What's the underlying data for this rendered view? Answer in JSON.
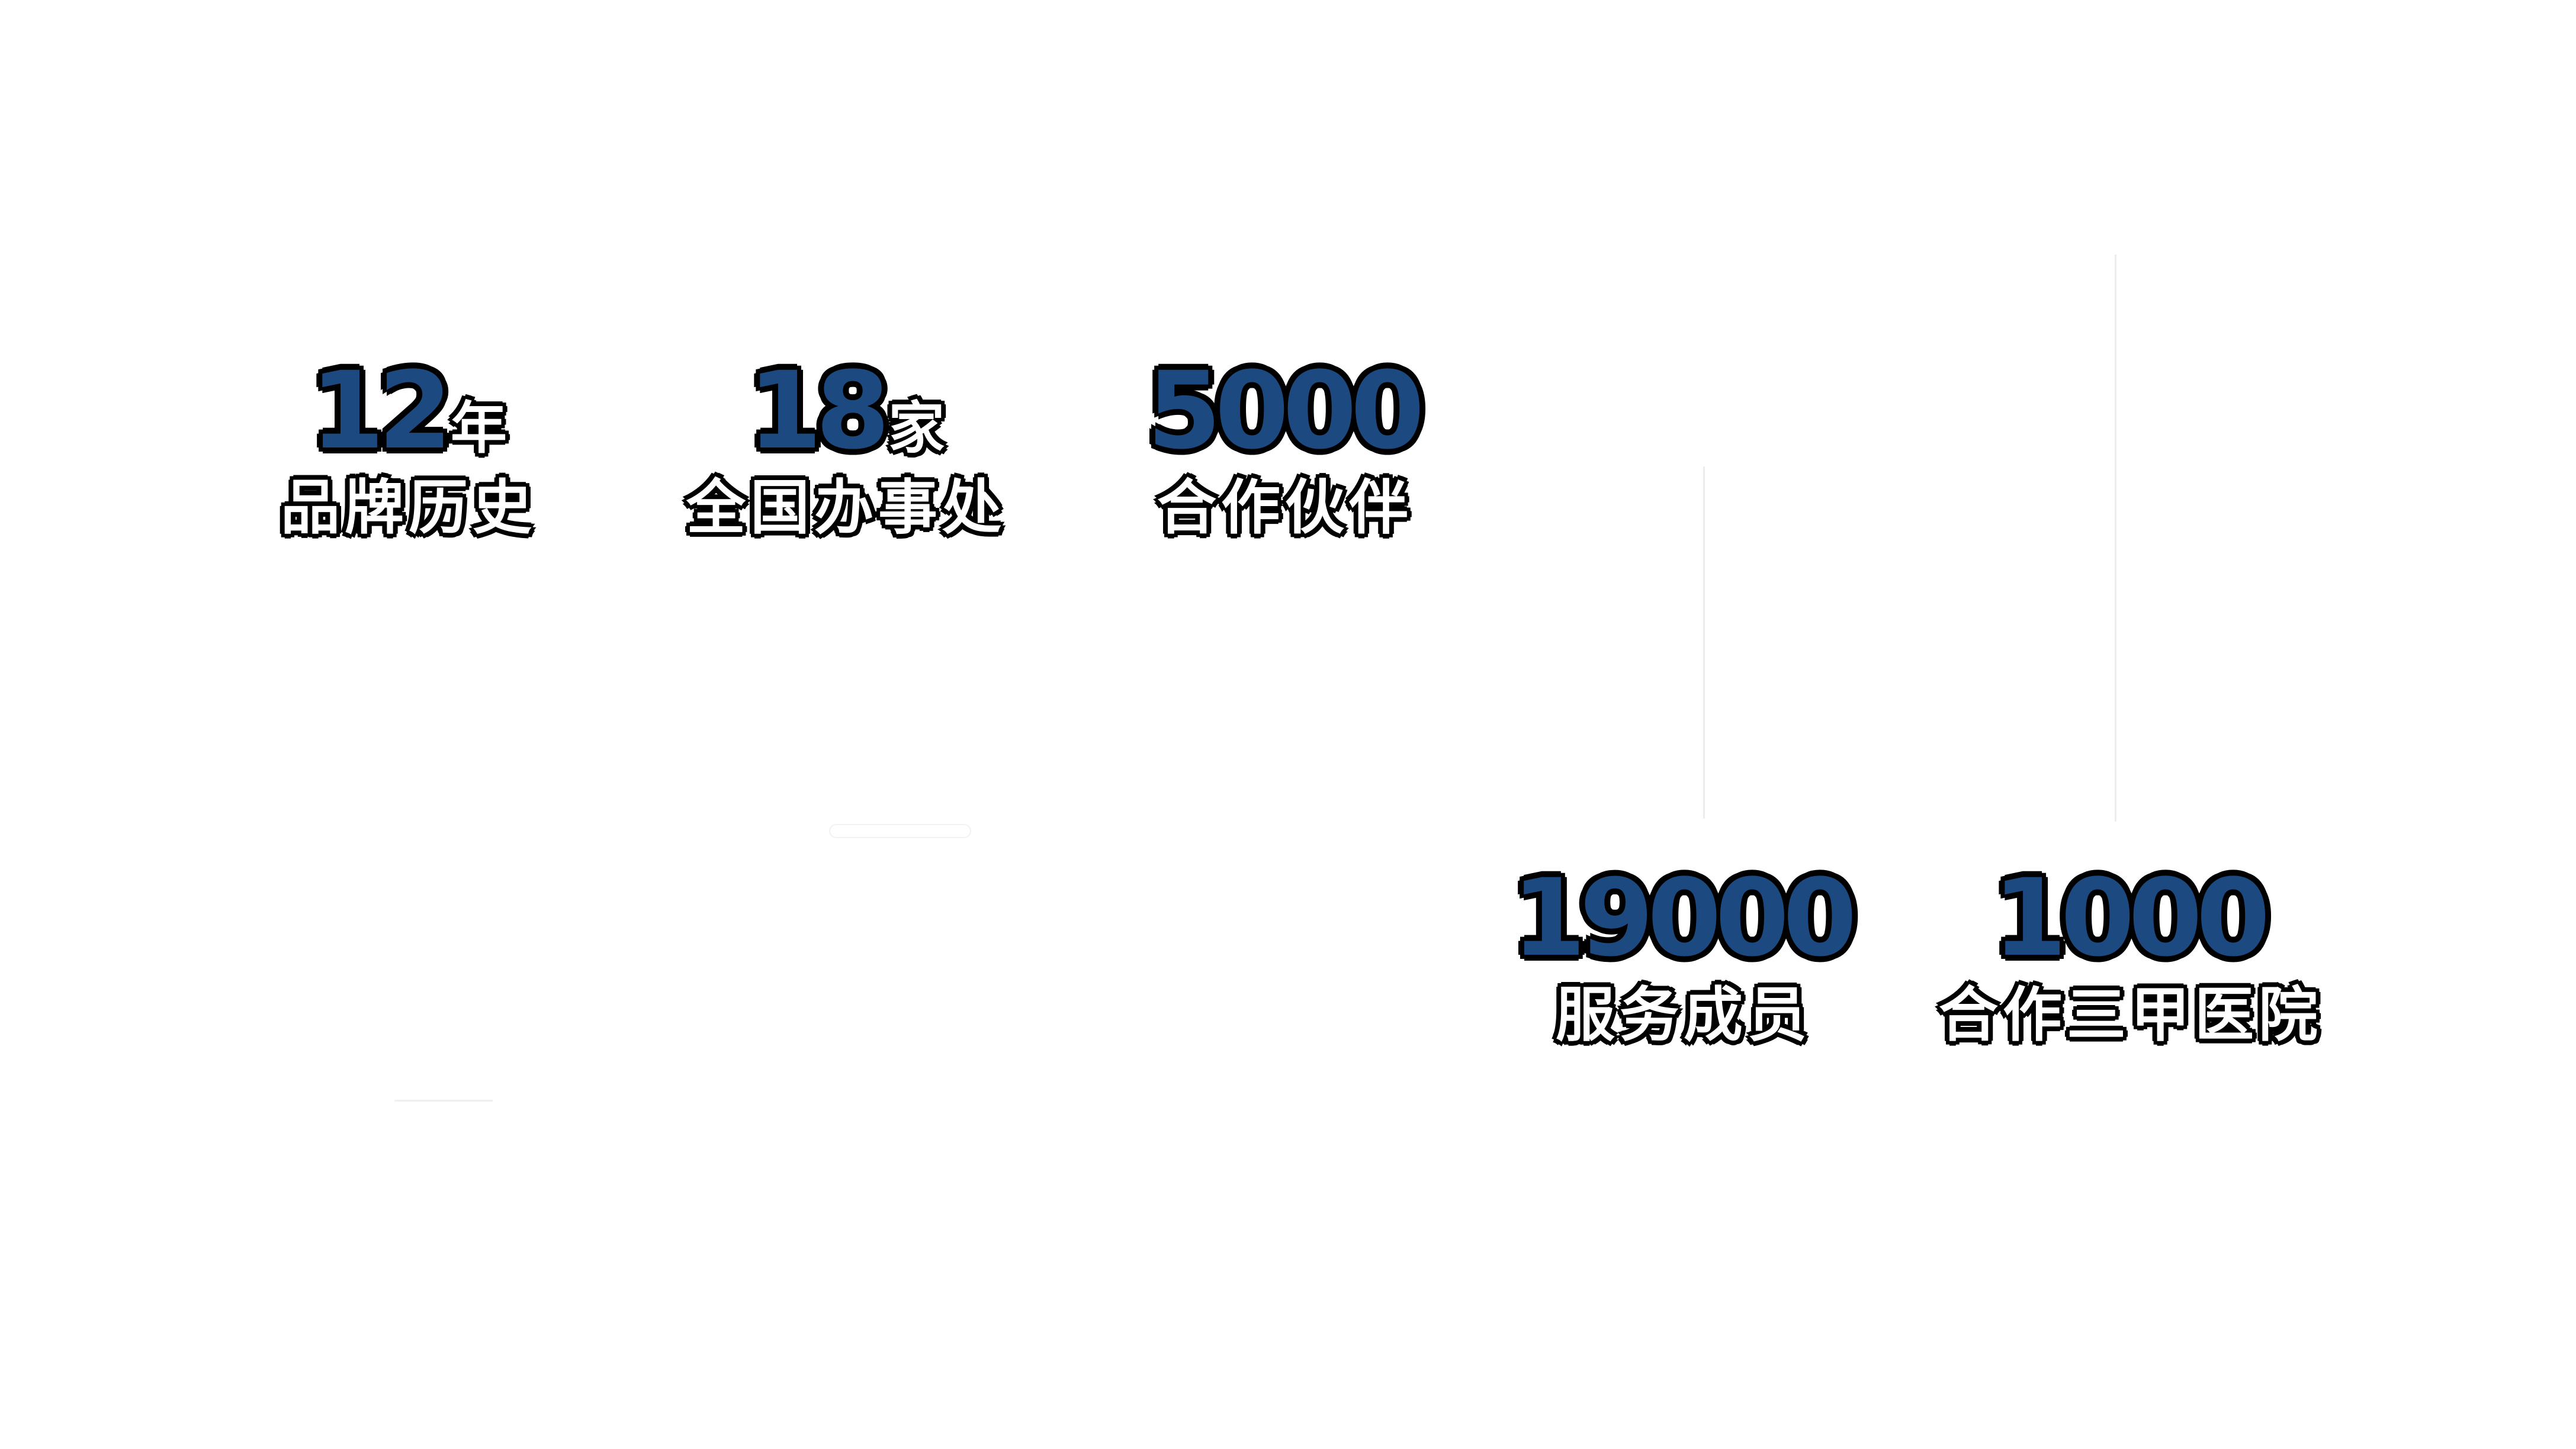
{
  "stats": [
    {
      "value": "12",
      "unit": "年",
      "label": "品牌历史"
    },
    {
      "value": "18",
      "unit": "家",
      "label": "全国办事处"
    },
    {
      "value": "5000",
      "unit": "",
      "label": "合作伙伴"
    },
    {
      "value": "19000",
      "unit": "",
      "label": "服务成员"
    },
    {
      "value": "1000",
      "unit": "",
      "label": "合作三甲医院"
    }
  ],
  "colors": {
    "number": "#1c4a80",
    "outline": "#000000",
    "label_fill": "#ffffff",
    "background": "#ffffff"
  }
}
